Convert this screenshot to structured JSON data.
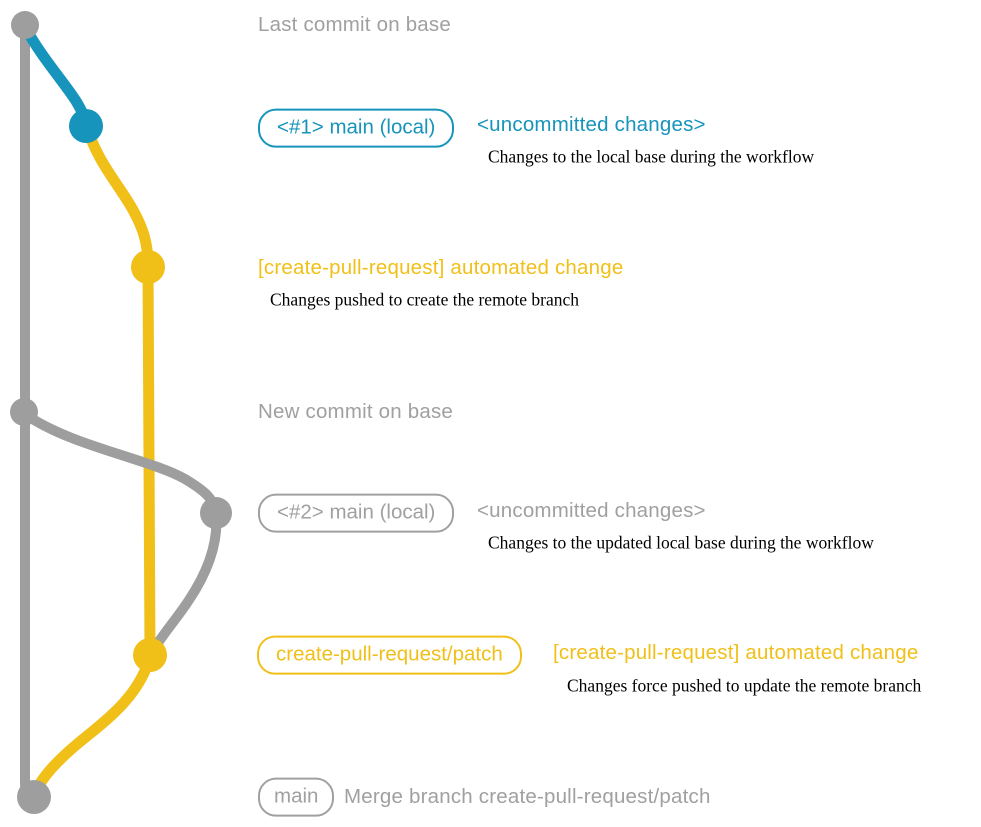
{
  "colors": {
    "base_gray": "#9e9e9e",
    "text_gray": "#a0a0a0",
    "blue": "#1794bb",
    "yellow": "#f0c019",
    "description_black": "#000000",
    "background": "#ffffff"
  },
  "graph": {
    "branches": [
      {
        "name": "base",
        "color": "#9e9e9e"
      },
      {
        "name": "main (local)",
        "color": "#1794bb"
      },
      {
        "name": "create-pull-request/patch",
        "color": "#f0c019"
      }
    ],
    "commits": [
      {
        "id": "last-commit-on-base",
        "branch": "base"
      },
      {
        "id": "uncommitted-changes-1",
        "branch": "main (local)"
      },
      {
        "id": "automated-change-1",
        "branch": "create-pull-request/patch"
      },
      {
        "id": "new-commit-on-base",
        "branch": "base"
      },
      {
        "id": "uncommitted-changes-2",
        "branch": "main (local)"
      },
      {
        "id": "automated-change-2",
        "branch": "create-pull-request/patch"
      },
      {
        "id": "merge-commit",
        "branch": "base"
      }
    ]
  },
  "annotations": {
    "last_commit": "Last commit on base",
    "row1": {
      "badge": "<#1> main (local)",
      "label": "<uncommitted changes>",
      "description": "Changes to the local base during the workflow"
    },
    "row2": {
      "label": "[create-pull-request] automated change",
      "description": "Changes pushed to create the remote branch"
    },
    "new_commit": "New commit on base",
    "row3": {
      "badge": "<#2> main (local)",
      "label": "<uncommitted changes>",
      "description": "Changes to the updated local base during the workflow"
    },
    "row4": {
      "badge": "create-pull-request/patch",
      "label": "[create-pull-request] automated change",
      "description": "Changes force pushed to update the remote branch"
    },
    "row5": {
      "badge": "main",
      "label": "Merge branch create-pull-request/patch"
    }
  }
}
